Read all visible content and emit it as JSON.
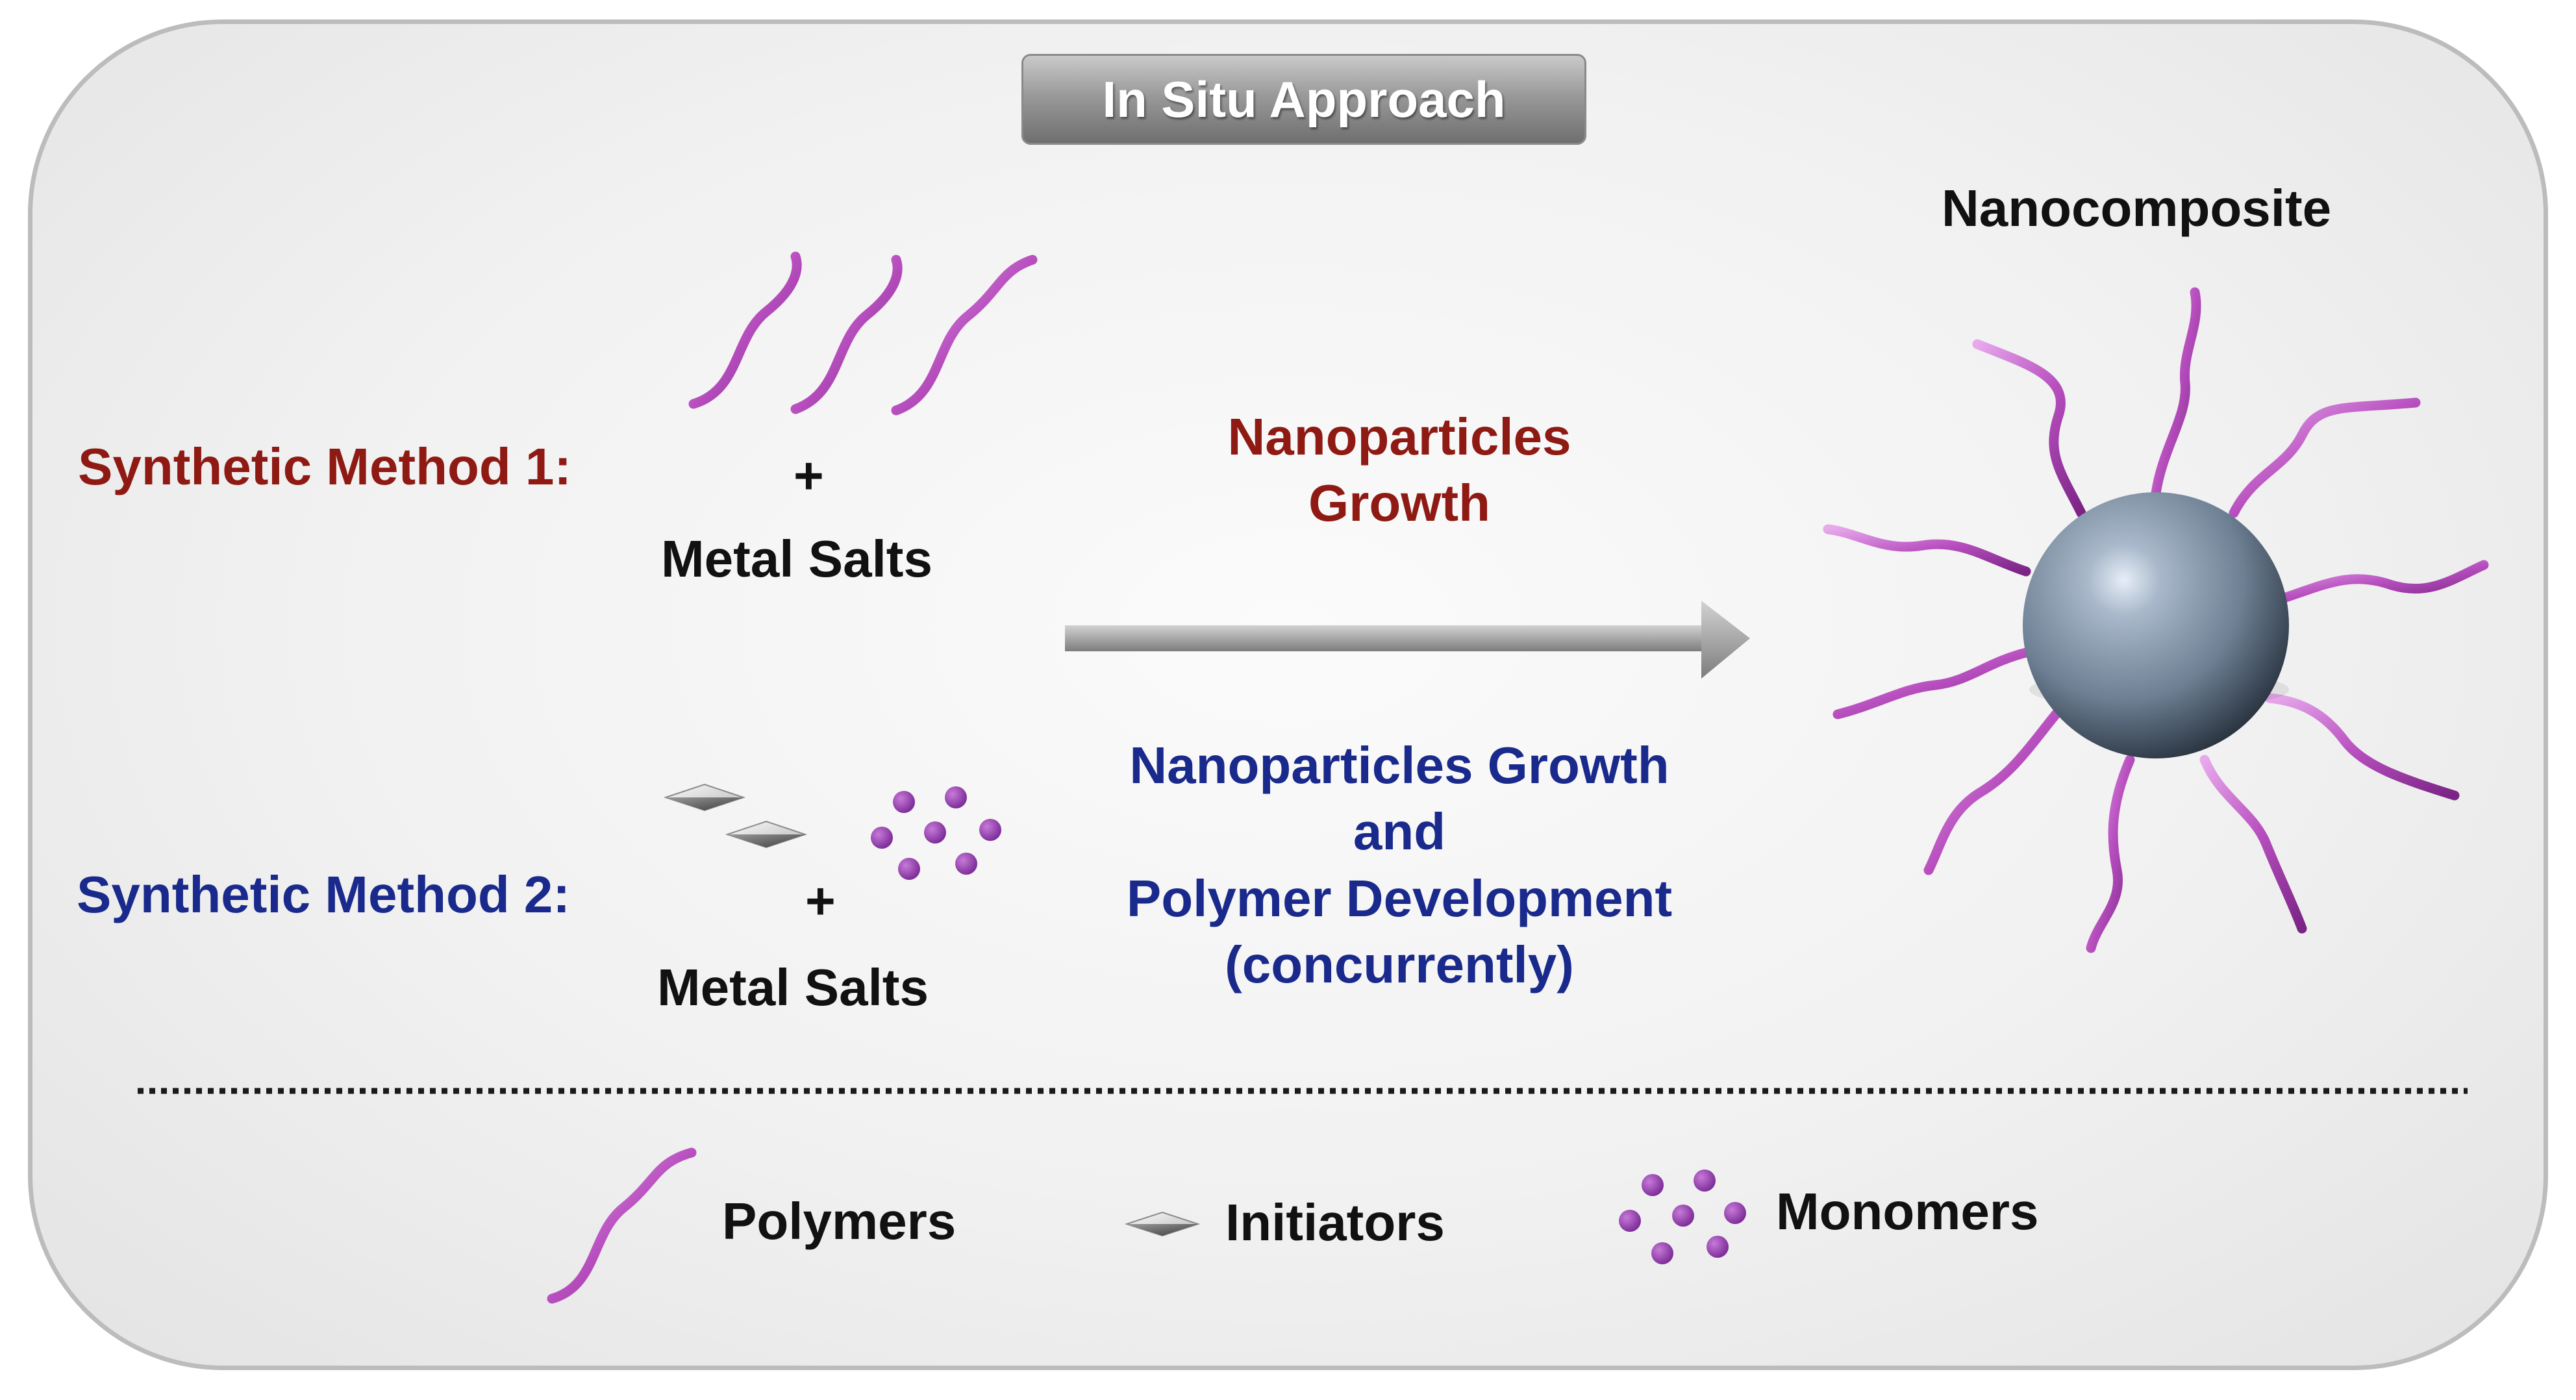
{
  "diagram": {
    "title": "In Situ Approach",
    "product_label": "Nanocomposite",
    "method1": {
      "label": "Synthetic Method 1:",
      "plus": "+",
      "reagent": "Metal Salts",
      "process": [
        "Nanoparticles",
        "Growth"
      ]
    },
    "method2": {
      "label": "Synthetic Method 2:",
      "plus": "+",
      "reagent": "Metal Salts",
      "process": [
        "Nanoparticles Growth",
        "and",
        "Polymer Development",
        "(concurrently)"
      ]
    },
    "legend": [
      {
        "label": "Polymers",
        "icon": "polymer-chain-icon"
      },
      {
        "label": "Initiators",
        "icon": "initiator-diamond-icon"
      },
      {
        "label": "Monomers",
        "icon": "monomer-dots-icon"
      }
    ]
  },
  "colors": {
    "method1": "#8f1a14",
    "method2": "#1a2a8c",
    "polymer": "#b84fbf",
    "monomer": "#8a3aa6",
    "nanoparticle": "#8fa0b4",
    "arrow": "#9c9c9c"
  }
}
